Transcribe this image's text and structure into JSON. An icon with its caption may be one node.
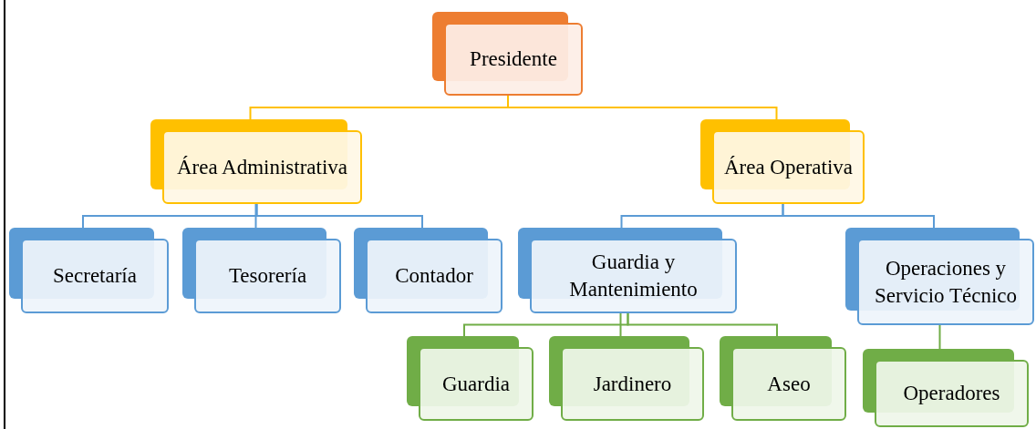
{
  "diagram": {
    "nodes": [
      {
        "text": [
          "Presidente"
        ]
      },
      {
        "text": [
          "Área Administrativa"
        ]
      },
      {
        "text": [
          "Área Operativa"
        ]
      },
      {
        "text": [
          "Secretaría"
        ]
      },
      {
        "text": [
          "Tesorería"
        ]
      },
      {
        "text": [
          "Contador"
        ]
      },
      {
        "text": [
          "Guardia y Mantenimiento"
        ]
      },
      {
        "text": [
          "Operaciones y Servicio Técnico"
        ]
      },
      {
        "text": [
          "Guardia"
        ]
      },
      {
        "text": [
          "Jardinero"
        ]
      },
      {
        "text": [
          "Aseo"
        ]
      },
      {
        "text": [
          "Operadores"
        ]
      }
    ],
    "edges": [
      {
        "from": 0,
        "to": 1,
        "arrow": "none",
        "color": "#ffc000"
      },
      {
        "from": 0,
        "to": 2,
        "arrow": "none",
        "color": "#ffc000"
      },
      {
        "from": 1,
        "to": 3,
        "arrow": "none",
        "color": "#5b9bd5"
      },
      {
        "from": 1,
        "to": 4,
        "arrow": "none",
        "color": "#5b9bd5"
      },
      {
        "from": 1,
        "to": 5,
        "arrow": "none",
        "color": "#5b9bd5"
      },
      {
        "from": 2,
        "to": 6,
        "arrow": "none",
        "color": "#5b9bd5"
      },
      {
        "from": 2,
        "to": 7,
        "arrow": "none",
        "color": "#5b9bd5"
      },
      {
        "from": 6,
        "to": 8,
        "arrow": "none",
        "color": "#70ad47"
      },
      {
        "from": 6,
        "to": 9,
        "arrow": "none",
        "color": "#70ad47"
      },
      {
        "from": 6,
        "to": 10,
        "arrow": "none",
        "color": "#70ad47"
      },
      {
        "from": 7,
        "to": 11,
        "arrow": "none",
        "color": "#70ad47"
      }
    ]
  }
}
